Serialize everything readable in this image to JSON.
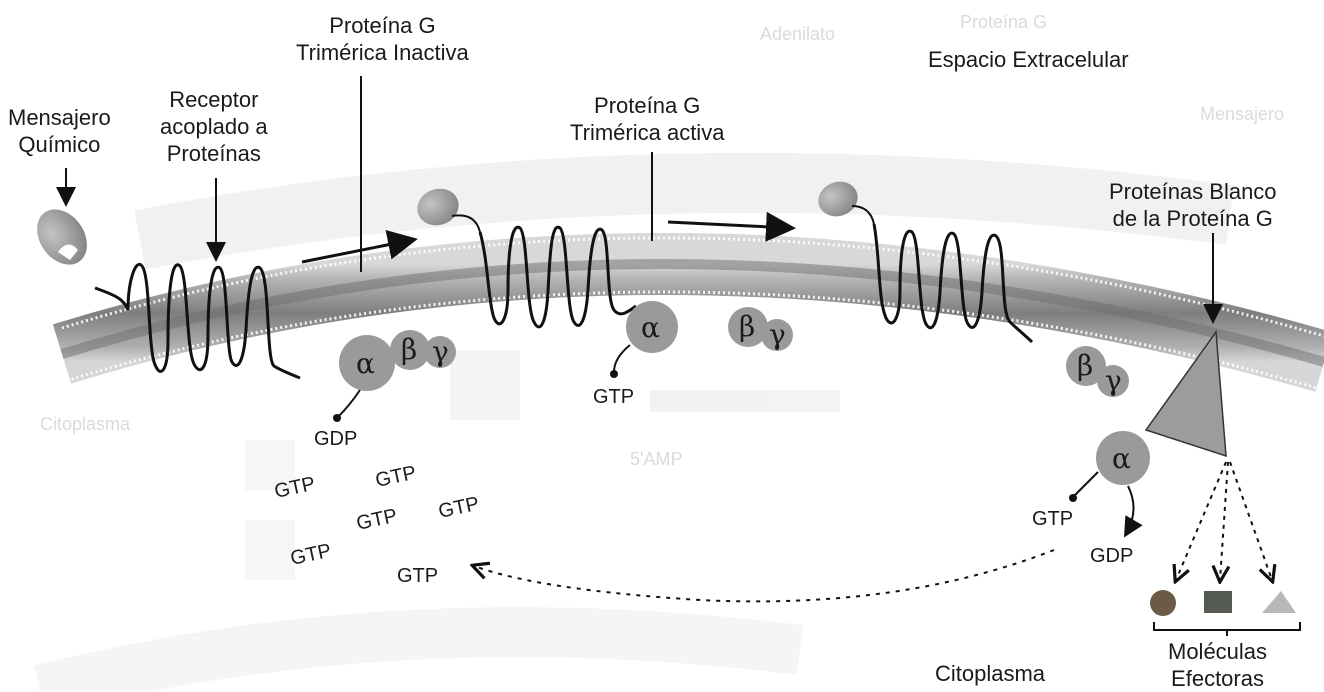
{
  "labels": {
    "mensajero": [
      "Mensajero",
      "Químico"
    ],
    "receptor": [
      "Receptor",
      "acoplado a",
      "Proteínas"
    ],
    "inactiva": [
      "Proteína G",
      "Trimérica Inactiva"
    ],
    "activa": [
      "Proteína G",
      "Trimérica activa"
    ],
    "extracelular": "Espacio Extracelular",
    "blanco": [
      "Proteínas Blanco",
      "de la Proteína G"
    ],
    "citoplasma": "Citoplasma",
    "efectoras": [
      "Moléculas",
      "Efectoras"
    ]
  },
  "subunits": {
    "alpha": "α",
    "beta": "β",
    "gamma": "γ"
  },
  "nucleotides": {
    "gdp_left": "GDP",
    "gtp_active": "GTP",
    "gtp_right": "GTP",
    "gdp_right": "GDP",
    "gtp_pool": [
      "GTP",
      "GTP",
      "GTP",
      "GTP",
      "GTP",
      "GTP"
    ]
  },
  "colors": {
    "membrane": "#8f8f8f",
    "subunit": "#9a9a9a",
    "messenger": "#8c8c8c",
    "target": "#9c9c9c",
    "effector_circle": "#6b5a45",
    "effector_square": "#555a52",
    "effector_triangle": "#b8b8b8"
  }
}
